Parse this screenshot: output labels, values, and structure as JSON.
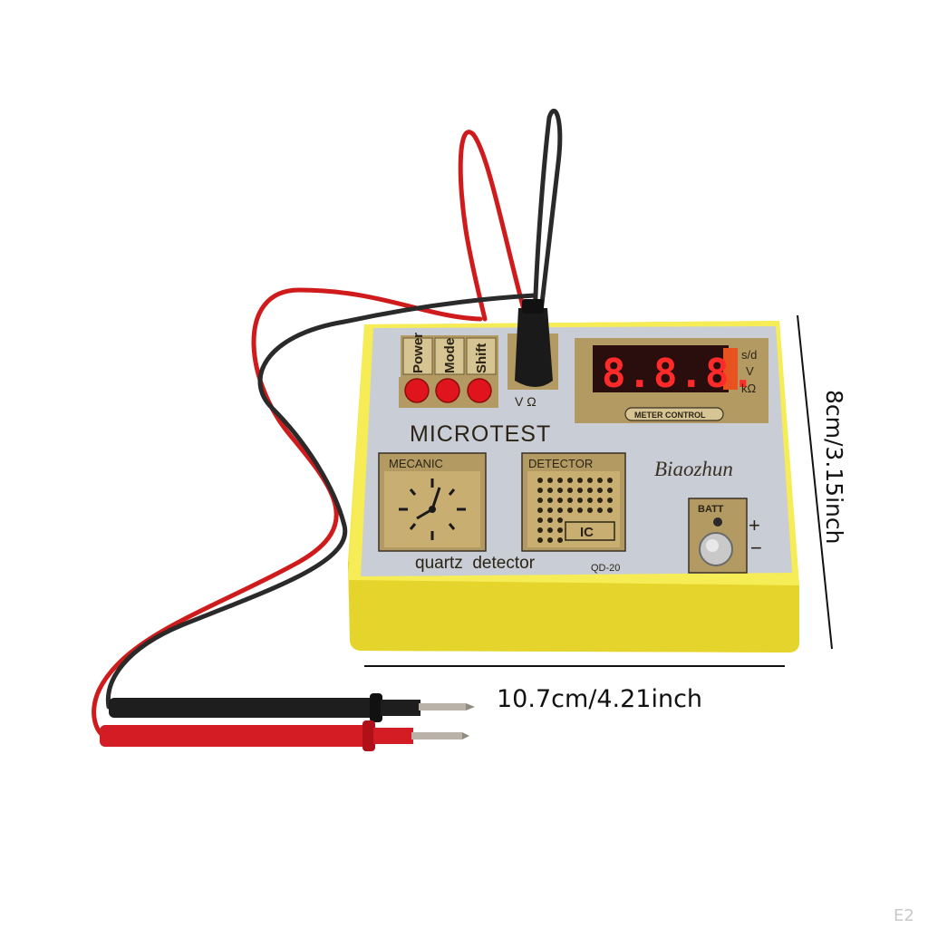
{
  "device": {
    "buttons": [
      "Power",
      "Mode",
      "Shift"
    ],
    "probe_jack_label": "V Ω",
    "display_digits": "8.8.8.",
    "display_units": [
      "s/d",
      "V",
      "kΩ"
    ],
    "meter_label": "METER CONTROL",
    "title": "MICROTEST",
    "mecanic_label": "MECANIC",
    "detector_label": "DETECTOR",
    "ic_label": "IC",
    "brand": "Biaozhun",
    "footer": "quartz  detector",
    "model": "QD-20",
    "batt_label": "BATT",
    "batt_plus": "+",
    "batt_minus": "−"
  },
  "dimensions": {
    "height": "8cm/3.15inch",
    "width": "10.7cm/4.21inch"
  },
  "watermark": "E2",
  "colors": {
    "case_yellow": "#f2e640",
    "panel_grey": "#c9cdd6",
    "wire_red": "#d11a1a",
    "wire_black": "#2a2a2a",
    "button_red": "#e0141c",
    "led_red": "#ff2a2a",
    "panel_brown": "#b39a62"
  }
}
